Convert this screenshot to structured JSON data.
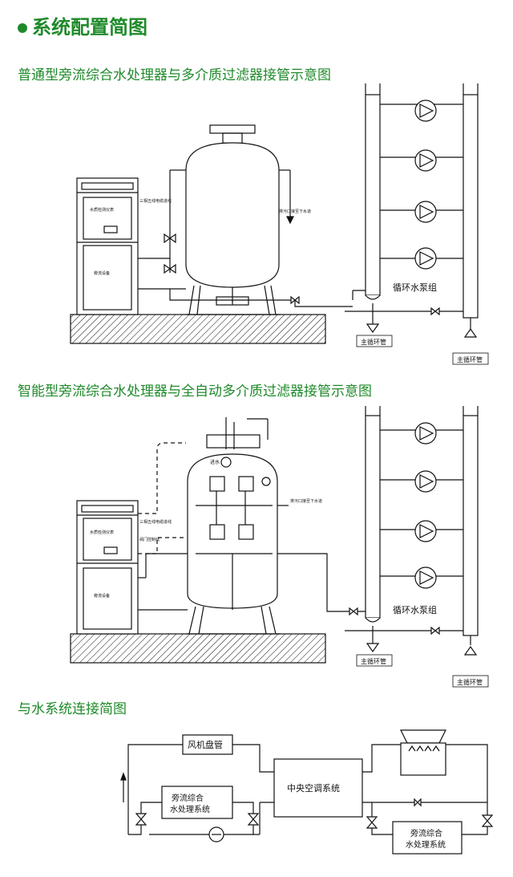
{
  "page": {
    "title": "系统配置简图"
  },
  "section1": {
    "title": "普通型旁流综合水处理器与多介质过滤器接管示意图",
    "cabinet_top_label": "水质检测仪表",
    "cabinet_bottom_label": "旁流设备",
    "cable_label": "三相五线电缆进线",
    "drain_label": "排污口接至下水道",
    "pump_group_label": "循环水泵组",
    "main_pipe_left": "主循环管",
    "main_pipe_right": "主循环管"
  },
  "section2": {
    "title": "智能型旁流综合水处理器与全自动多介质过滤器接管示意图",
    "cabinet_top_label": "水质检测仪表",
    "cabinet_bottom_label": "旁流设备",
    "cable_label": "三相五线电缆进线",
    "valve_control_label": "阀门控制线",
    "inlet_label": "进水",
    "drain_label": "排污口接至下水道",
    "pump_group_label": "循环水泵组",
    "main_pipe_left": "主循环管",
    "main_pipe_right": "主循环管"
  },
  "section3": {
    "title": "与水系统连接简图",
    "fan_coil": "风机盘管",
    "central_ac": "中央空调系统",
    "unit_left_line1": "旁流综合",
    "unit_left_line2": "水处理系统",
    "unit_right_line1": "旁流综合",
    "unit_right_line2": "水处理系统"
  },
  "colors": {
    "title_green": "#1f8a2a",
    "line": "#111111"
  }
}
